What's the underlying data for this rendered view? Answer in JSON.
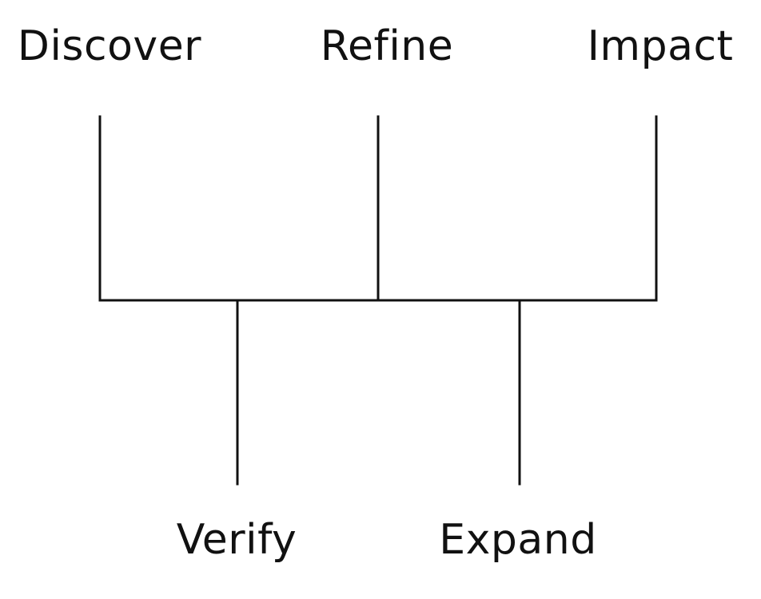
{
  "diagram": {
    "line_color": "#111111",
    "background": "#ffffff",
    "top_labels": {
      "discover": "Discover",
      "refine": "Refine",
      "impact": "Impact"
    },
    "bottom_labels": {
      "verify": "Verify",
      "expand": "Expand"
    }
  }
}
